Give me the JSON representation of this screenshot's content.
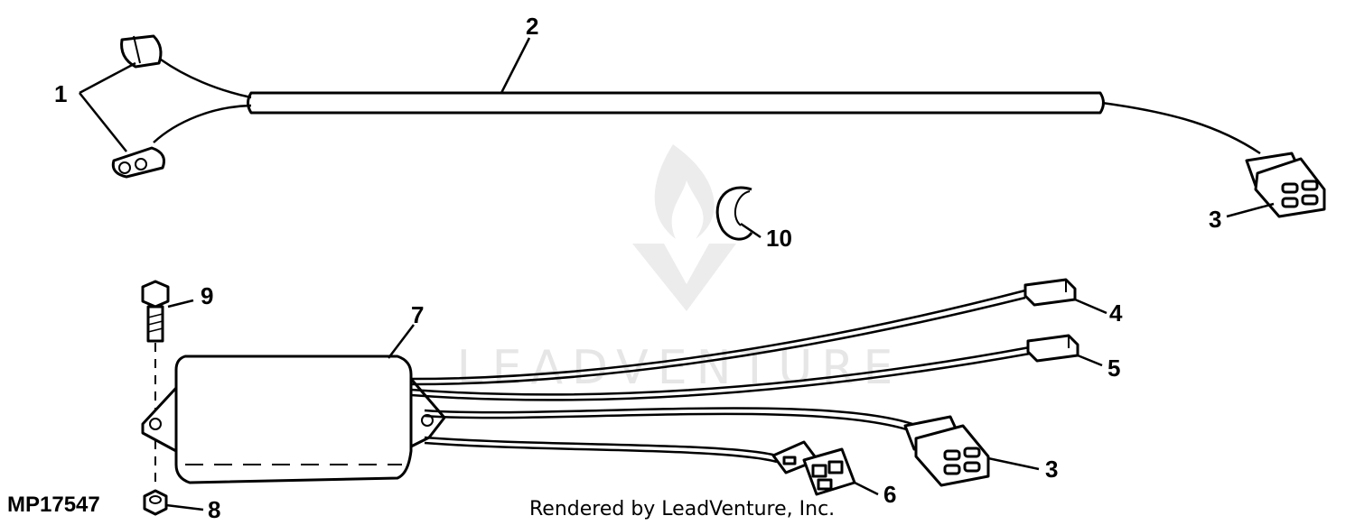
{
  "figure_id": "MP17547",
  "credit": "Rendered by LeadVenture, Inc.",
  "watermark": {
    "text": "LEADVENTURE"
  },
  "callouts": {
    "c1": "1",
    "c2": "2",
    "c3a": "3",
    "c3b": "3",
    "c4": "4",
    "c5": "5",
    "c6": "6",
    "c7": "7",
    "c8": "8",
    "c9": "9",
    "c10": "10"
  }
}
